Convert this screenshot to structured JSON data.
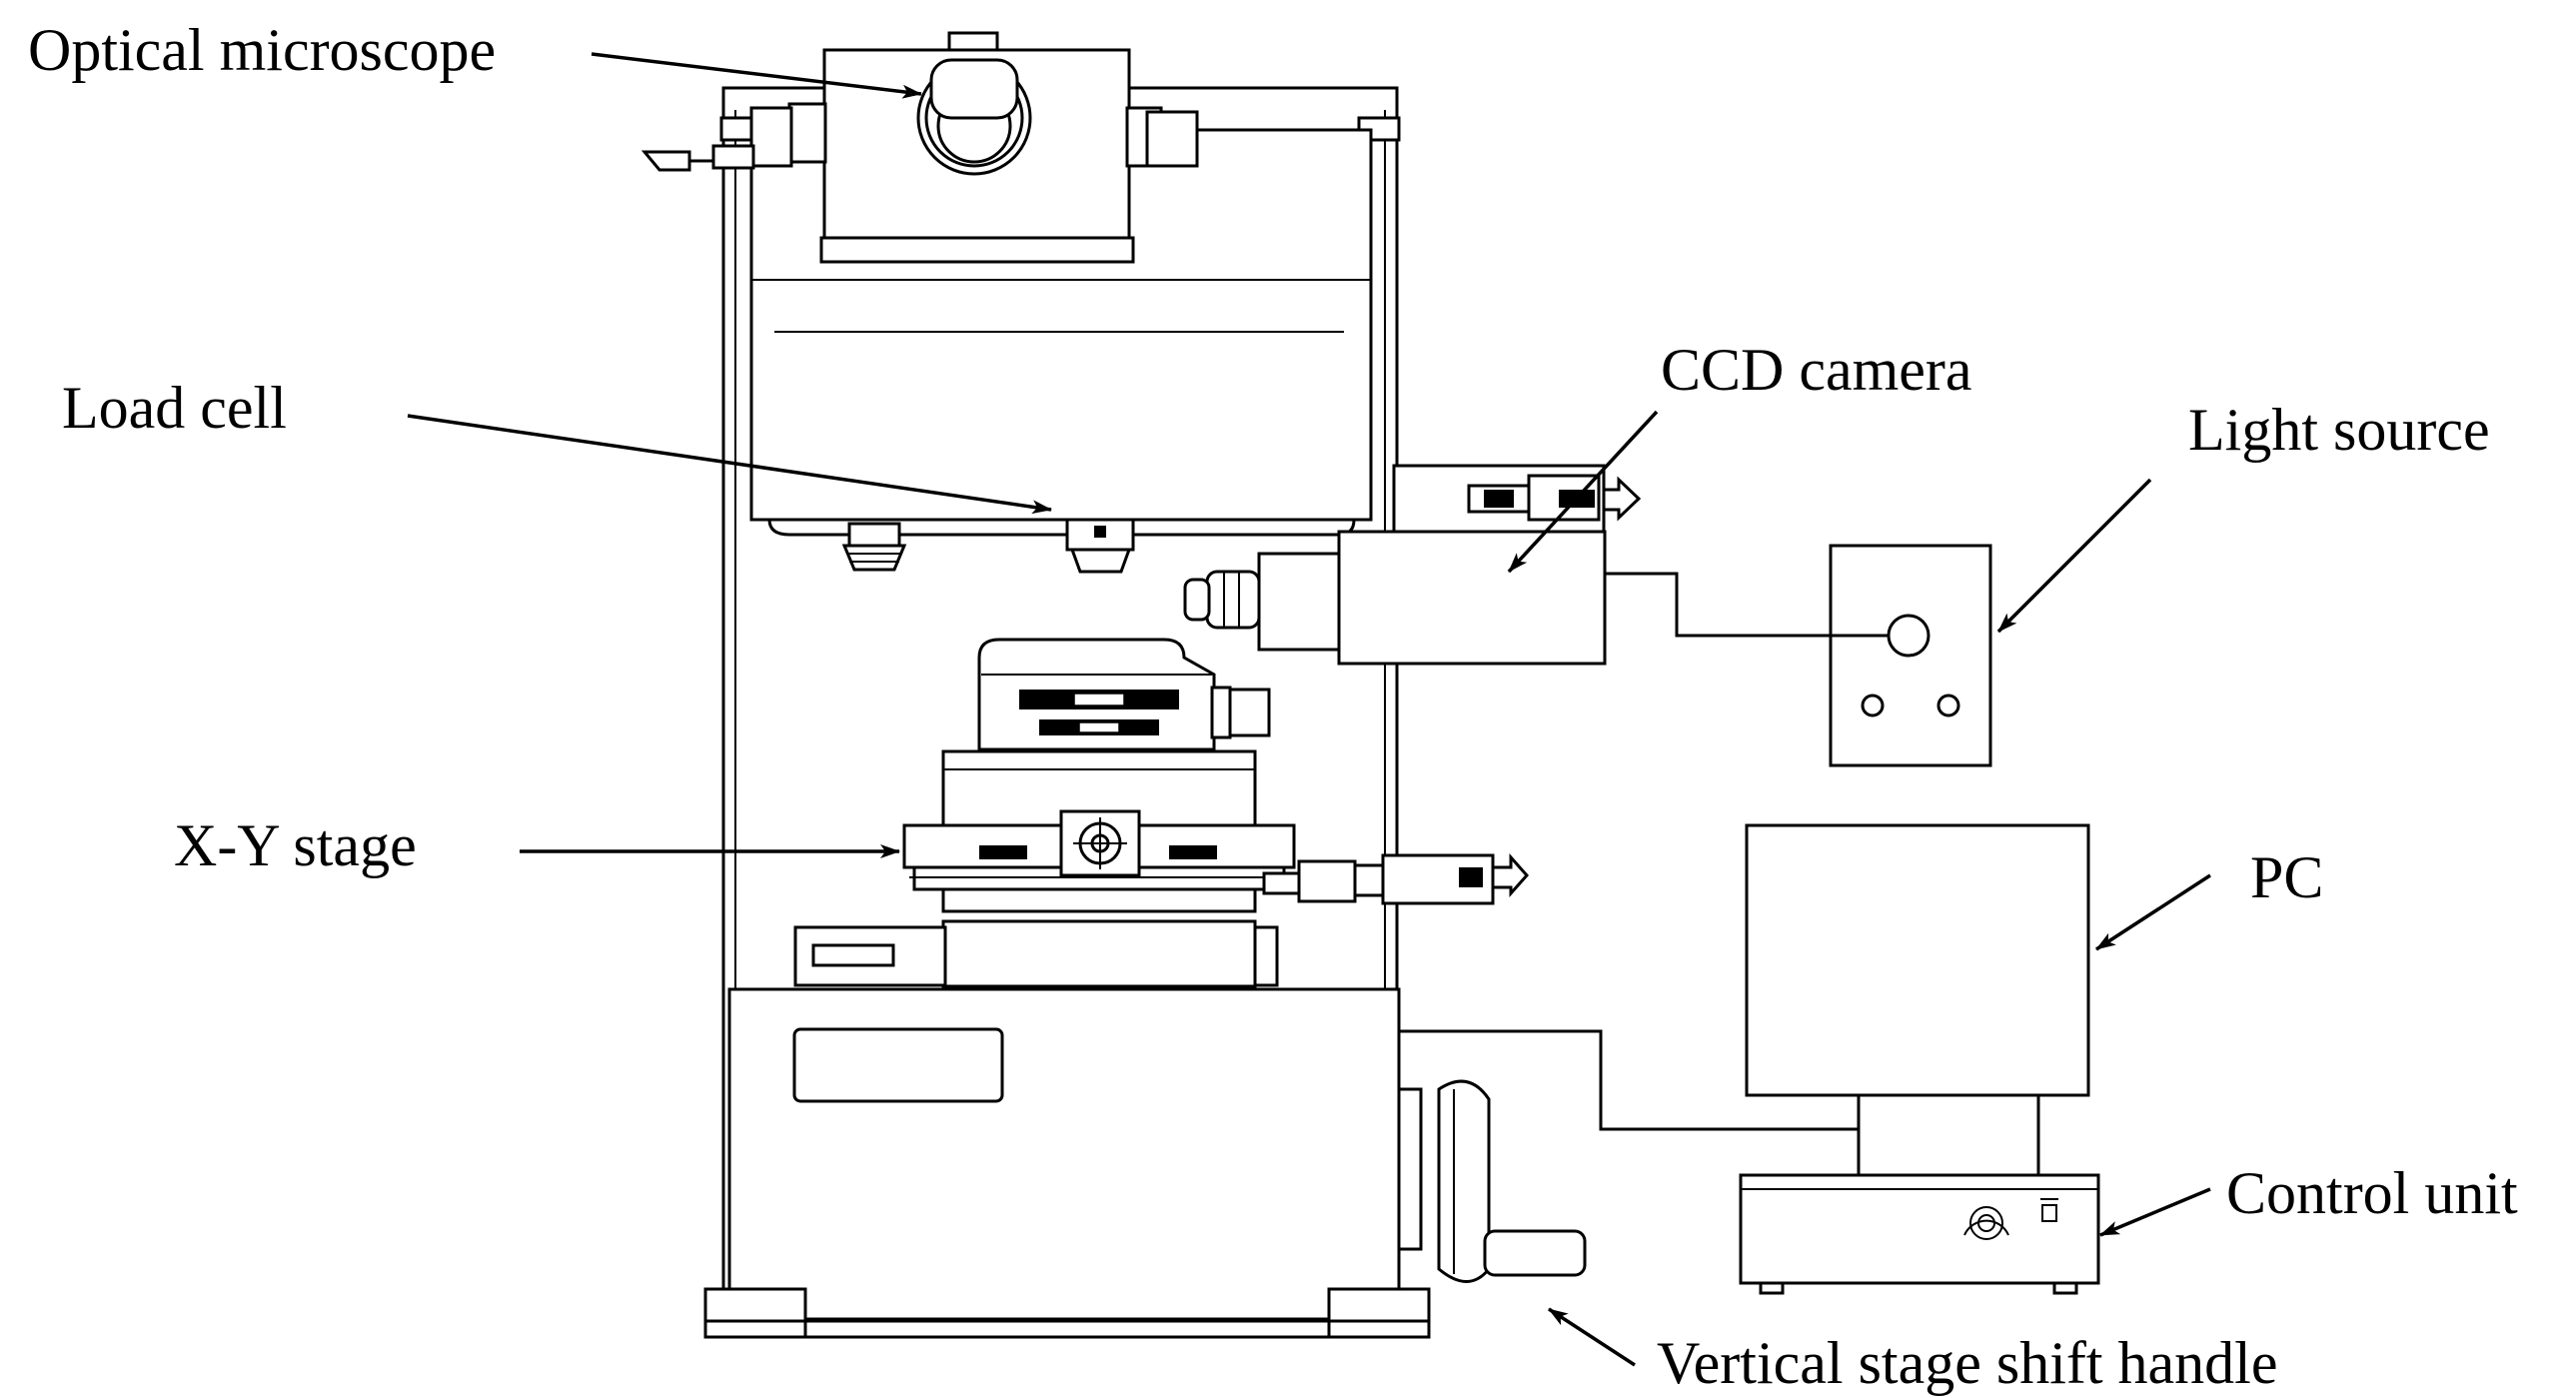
{
  "labels": {
    "optical_microscope": "Optical microscope",
    "load_cell": "Load cell",
    "ccd_camera": "CCD camera",
    "light_source": "Light source",
    "xy_stage": "X-Y stage",
    "pc": "PC",
    "control_unit": "Control unit",
    "vertical_handle": "Vertical stage shift handle"
  },
  "colors": {
    "ink": "#000000",
    "paper": "#ffffff"
  }
}
